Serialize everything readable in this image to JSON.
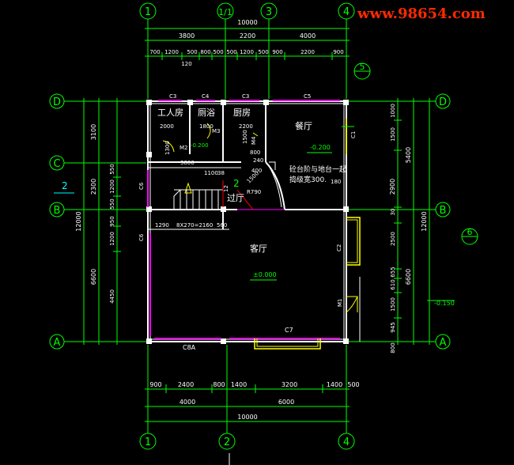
{
  "watermark": "www.98654.com",
  "axes_top": [
    "1",
    "1/1",
    "3",
    "4"
  ],
  "axes_bottom": [
    "1",
    "2",
    "4"
  ],
  "axes_left": [
    "D",
    "C",
    "B",
    "A"
  ],
  "axes_right": [
    "D",
    "B",
    "A"
  ],
  "section_refs": [
    "5",
    "6"
  ],
  "top_dims": {
    "total": "10000",
    "row2": [
      "3800",
      "2200",
      "4000"
    ],
    "row3": [
      "700",
      "1200",
      "500",
      "800",
      "500",
      "500",
      "1200",
      "500",
      "900",
      "2200",
      "900"
    ],
    "small": "120"
  },
  "bottom_dims": {
    "row1": [
      "900",
      "2400",
      "800",
      "1400",
      "3200",
      "1400",
      "500"
    ],
    "row2": [
      "4000",
      "6000"
    ],
    "total": "10000"
  },
  "left_dims": {
    "outer": "12000",
    "mid": [
      "3100",
      "2300",
      "6600"
    ],
    "inner": [
      "550",
      "1200",
      "550",
      "950",
      "1200",
      "4450"
    ]
  },
  "right_dims": {
    "outer": "12000",
    "mid": [
      "5400",
      "6600"
    ],
    "inner": [
      "1000",
      "1500",
      "2900",
      "30",
      "2500",
      "655",
      "610",
      "1500",
      "945",
      "800"
    ]
  },
  "rooms": {
    "servant": "工人房",
    "bath": "厕浴",
    "kitchen": "厨房",
    "dining": "餐厅",
    "living": "客厅",
    "hall": "过厅"
  },
  "labels": {
    "c3a": "C3",
    "c4": "C4",
    "c3b": "C3",
    "c5": "C5",
    "c1": "C1",
    "c6a": "C6",
    "c6b": "C6",
    "c2": "C2",
    "c7": "C7",
    "c8a": "C8A",
    "m3": "M3",
    "m2": "M2",
    "m4": "M4",
    "m1": "M1",
    "d2000": "2000",
    "d1800": "1800",
    "d2200": "2200",
    "d1500": "1500",
    "d800": "800",
    "d1300": "1300",
    "lvl_neg200a": "-0.200",
    "lvl_neg200b": "-0.200",
    "lvl_zero": "±0.000",
    "lvl_neg150": "-0.150",
    "d3800": "3800",
    "d1100": "1100",
    "d38": "38",
    "d240": "240",
    "d400": "400",
    "stair_dims": "8X270=2160",
    "d1290": "1290",
    "d560": "560",
    "r790": "R790",
    "d180": "180",
    "note_line1": "砼台阶与地台一起",
    "note_line2": "捣级宽300.",
    "stair_mark": "2",
    "section_mark": "2",
    "d12": "12"
  }
}
